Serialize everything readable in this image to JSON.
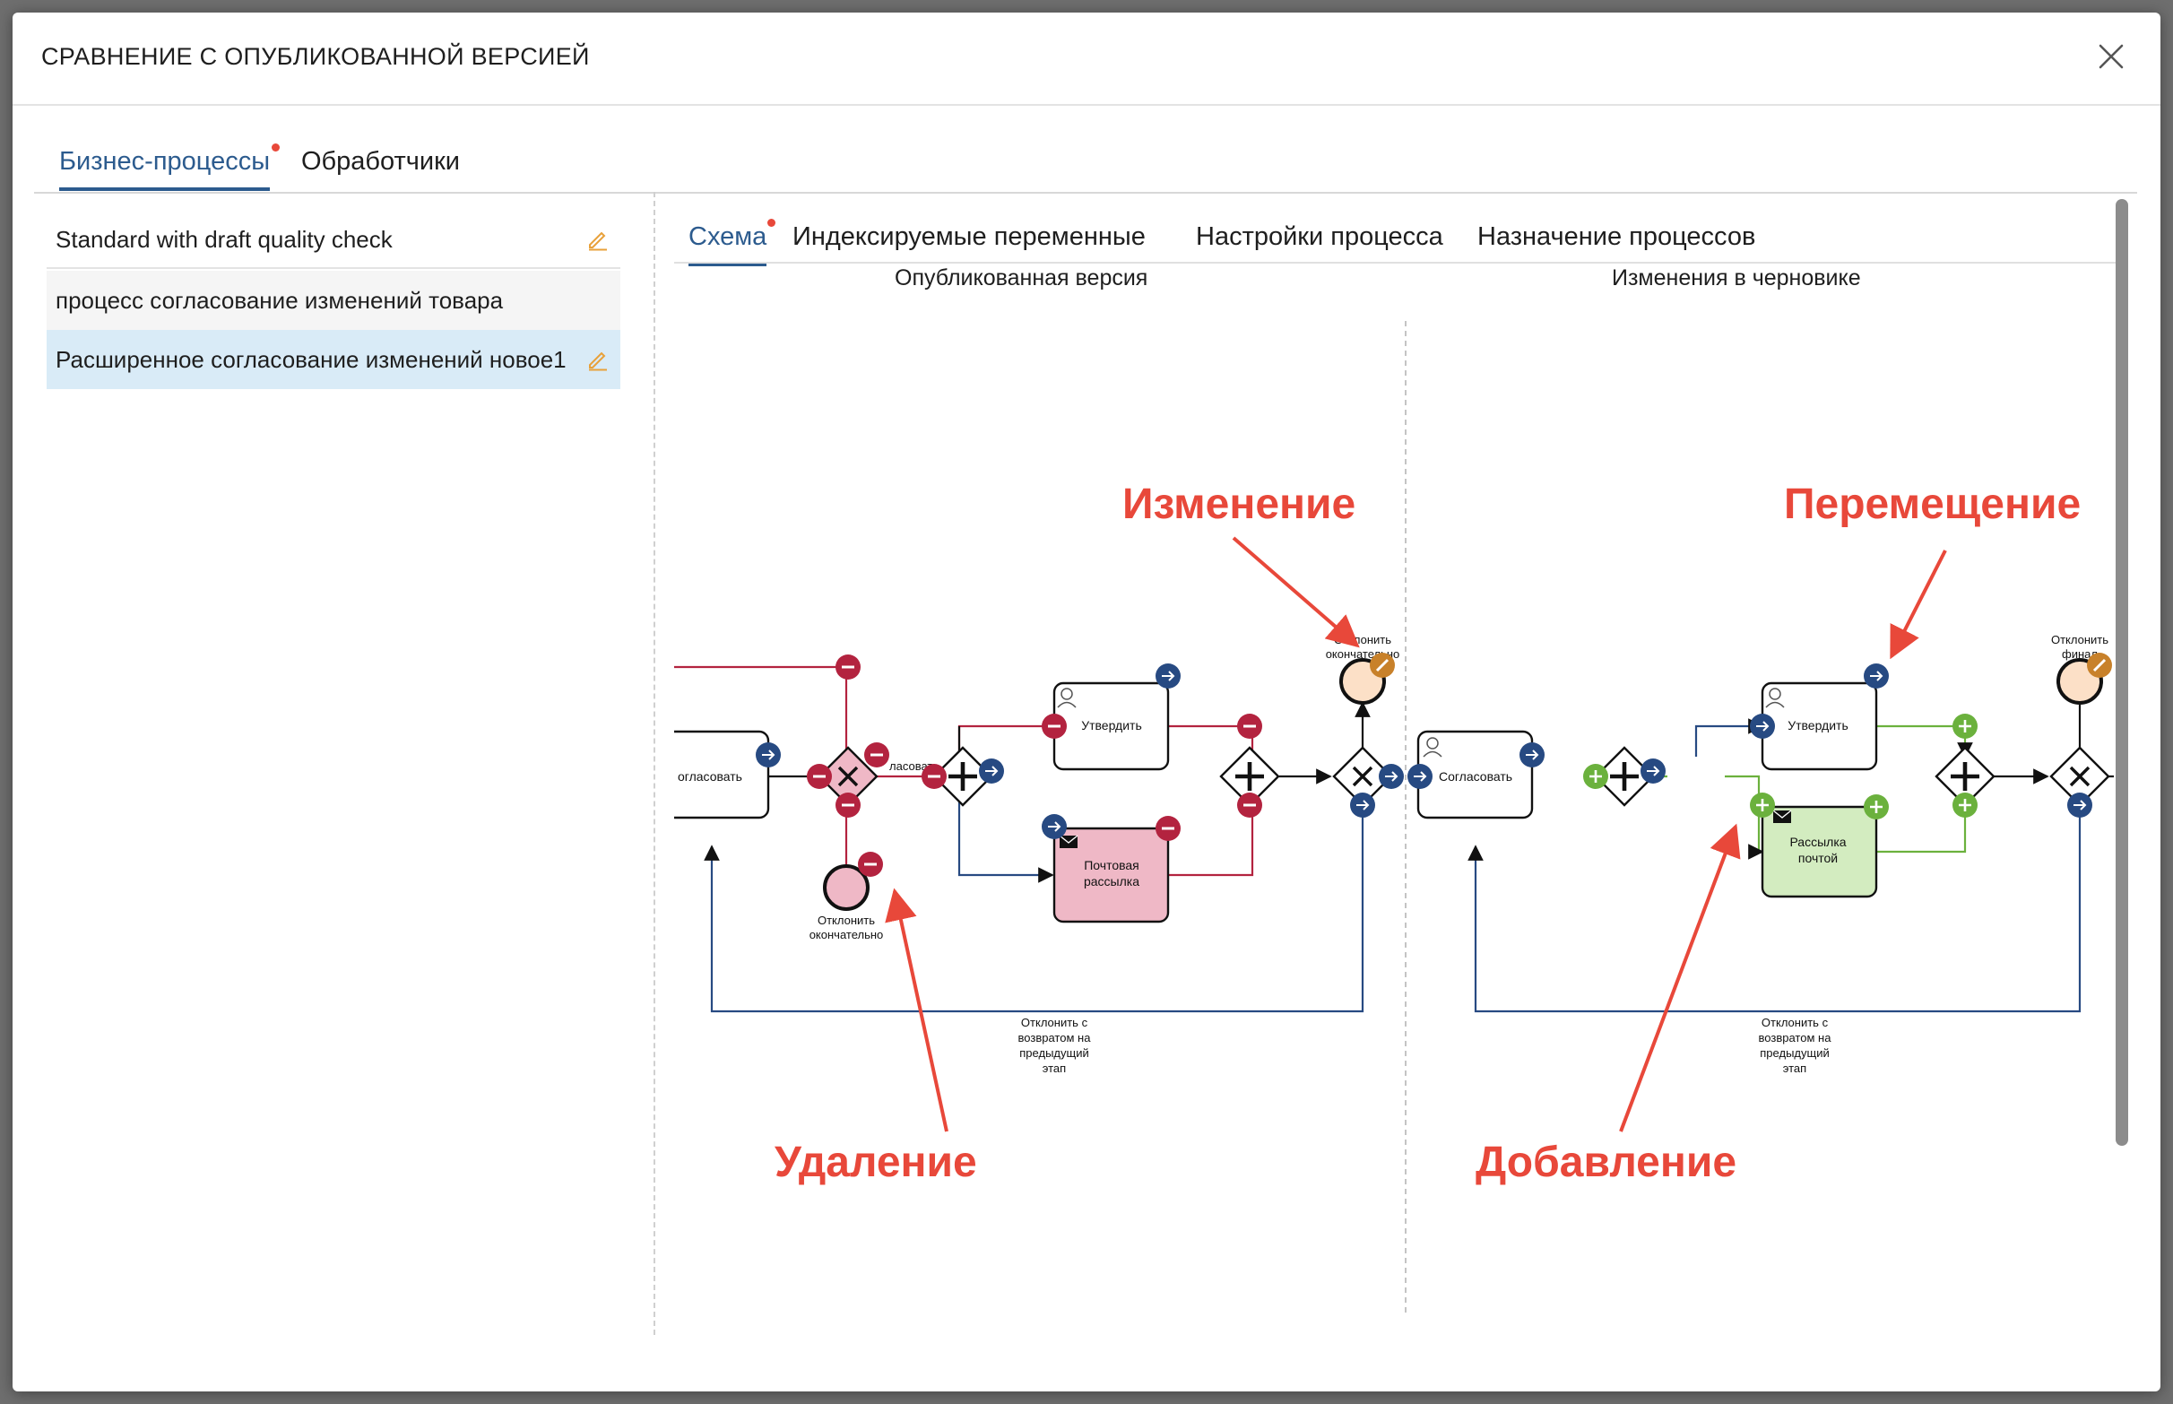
{
  "dialog": {
    "title": "СРАВНЕНИЕ С ОПУБЛИКОВАННОЙ ВЕРСИЕЙ"
  },
  "tabs": [
    {
      "label": "Бизнес-процессы",
      "active": true,
      "changed": true
    },
    {
      "label": "Обработчики",
      "active": false,
      "changed": false
    }
  ],
  "processes": [
    {
      "label": "Standard with draft quality check",
      "edited": true,
      "selected": false
    },
    {
      "label": "процесс согласование изменений товара",
      "edited": false,
      "selected": false
    },
    {
      "label": "Расширенное согласование изменений новое1",
      "edited": true,
      "selected": true
    }
  ],
  "sub_tabs": [
    {
      "label": "Схема",
      "active": true,
      "changed": true
    },
    {
      "label": "Индексируемые переменные",
      "active": false
    },
    {
      "label": "Настройки процесса",
      "active": false
    },
    {
      "label": "Назначение процессов",
      "active": false
    }
  ],
  "columns": {
    "published": "Опубликованная версия",
    "draft": "Изменения в черновике"
  },
  "diagram": {
    "published": {
      "task_soglasovat": "огласовать",
      "gateway_label": "ласовать",
      "task_utverdit": "Утвердить",
      "task_pochta_line1": "Почтовая",
      "task_pochta_line2": "рассылка",
      "end_reject_line1": "Отклонить",
      "end_reject_line2": "окончательно",
      "top_end_line1": "Отклонить",
      "top_end_line2": "окончательно",
      "return_line1": "Отклонить с",
      "return_line2": "возвратом на",
      "return_line3": "предыдущий",
      "return_line4": "этап"
    },
    "draft": {
      "task_soglasovat": "Согласовать",
      "task_utverdit": "Утвердить",
      "task_rassylka_line1": "Рассылка",
      "task_rassylka_line2": "почтой",
      "top_end_line1": "Отклонить",
      "top_end_line2": "финал",
      "return_line1": "Отклонить с",
      "return_line2": "возвратом на",
      "return_line3": "предыдущий",
      "return_line4": "этап"
    }
  },
  "annotations": {
    "change": "Изменение",
    "move": "Перемещение",
    "delete": "Удаление",
    "add": "Добавление"
  },
  "colors": {
    "accent": "#2c5b8e",
    "deleted": "#b3233f",
    "deleted_fill": "#efb8c6",
    "added": "#6bb13d",
    "added_fill": "#d3ecc0",
    "moved": "#274a82",
    "changed": "#c8812a",
    "annotation": "#e8483a",
    "edit_pencil": "#e8a13a"
  }
}
